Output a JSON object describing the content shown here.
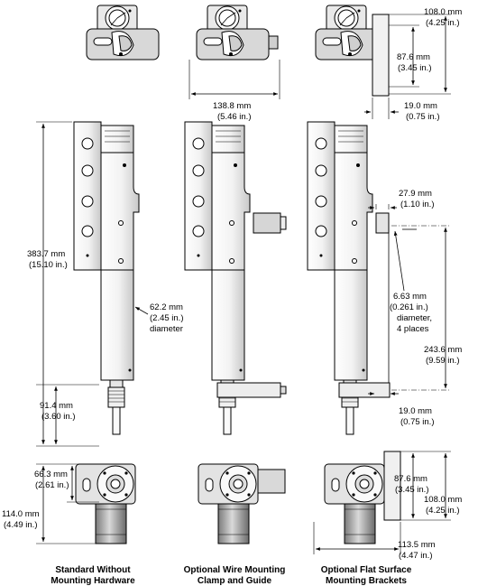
{
  "dimensions": {
    "top_bracket_height": {
      "mm": "108.0 mm",
      "in": "(4.25 in.)"
    },
    "top_bolt_spacing": {
      "mm": "87.6 mm",
      "in": "(3.45 in.)"
    },
    "top_clamp_width": {
      "mm": "138.8 mm",
      "in": "(5.46 in.)"
    },
    "top_bracket_offset": {
      "mm": "19.0 mm",
      "in": "(0.75 in.)"
    },
    "overall_length": {
      "mm": "383.7 mm",
      "in": "(15.10 in.)"
    },
    "body_diameter": {
      "mm": "62.2 mm",
      "in": "(2.45 in.)",
      "note": "diameter"
    },
    "shaft_length": {
      "mm": "91.4 mm",
      "in": "(3.60 in.)"
    },
    "bracket_top_offset": {
      "mm": "27.9 mm",
      "in": "(1.10 in.)"
    },
    "hole_diameter": {
      "mm": "6.63 mm",
      "in": "(0.261 in.)",
      "note1": "diameter,",
      "note2": "4 places"
    },
    "bracket_hole_spacing": {
      "mm": "243.6 mm",
      "in": "(9.59 in.)"
    },
    "bracket_bottom_offset": {
      "mm": "19.0 mm",
      "in": "(0.75 in.)"
    },
    "bottom_body_width": {
      "mm": "66.3 mm",
      "in": "(2.61 in.)"
    },
    "bottom_height": {
      "mm": "114.0 mm",
      "in": "(4.49 in.)"
    },
    "bottom_bolt_spacing": {
      "mm": "87.6 mm",
      "in": "(3.45 in.)"
    },
    "bottom_bracket_height": {
      "mm": "108.0 mm",
      "in": "(4.25 in.)"
    },
    "bottom_bracket_width": {
      "mm": "113.5 mm",
      "in": "(4.47 in.)"
    }
  },
  "captions": {
    "standard": {
      "line1": "Standard Without",
      "line2": "Mounting Hardware"
    },
    "wire_clamp": {
      "line1": "Optional Wire Mounting",
      "line2": "Clamp and Guide"
    },
    "flat_surface": {
      "line1": "Optional Flat Surface",
      "line2": "Mounting Brackets"
    }
  },
  "colors": {
    "line": "#000000",
    "fill_light": "#e6e6e6",
    "fill_mid": "#bdbdbd",
    "fill_dark": "#555555"
  }
}
